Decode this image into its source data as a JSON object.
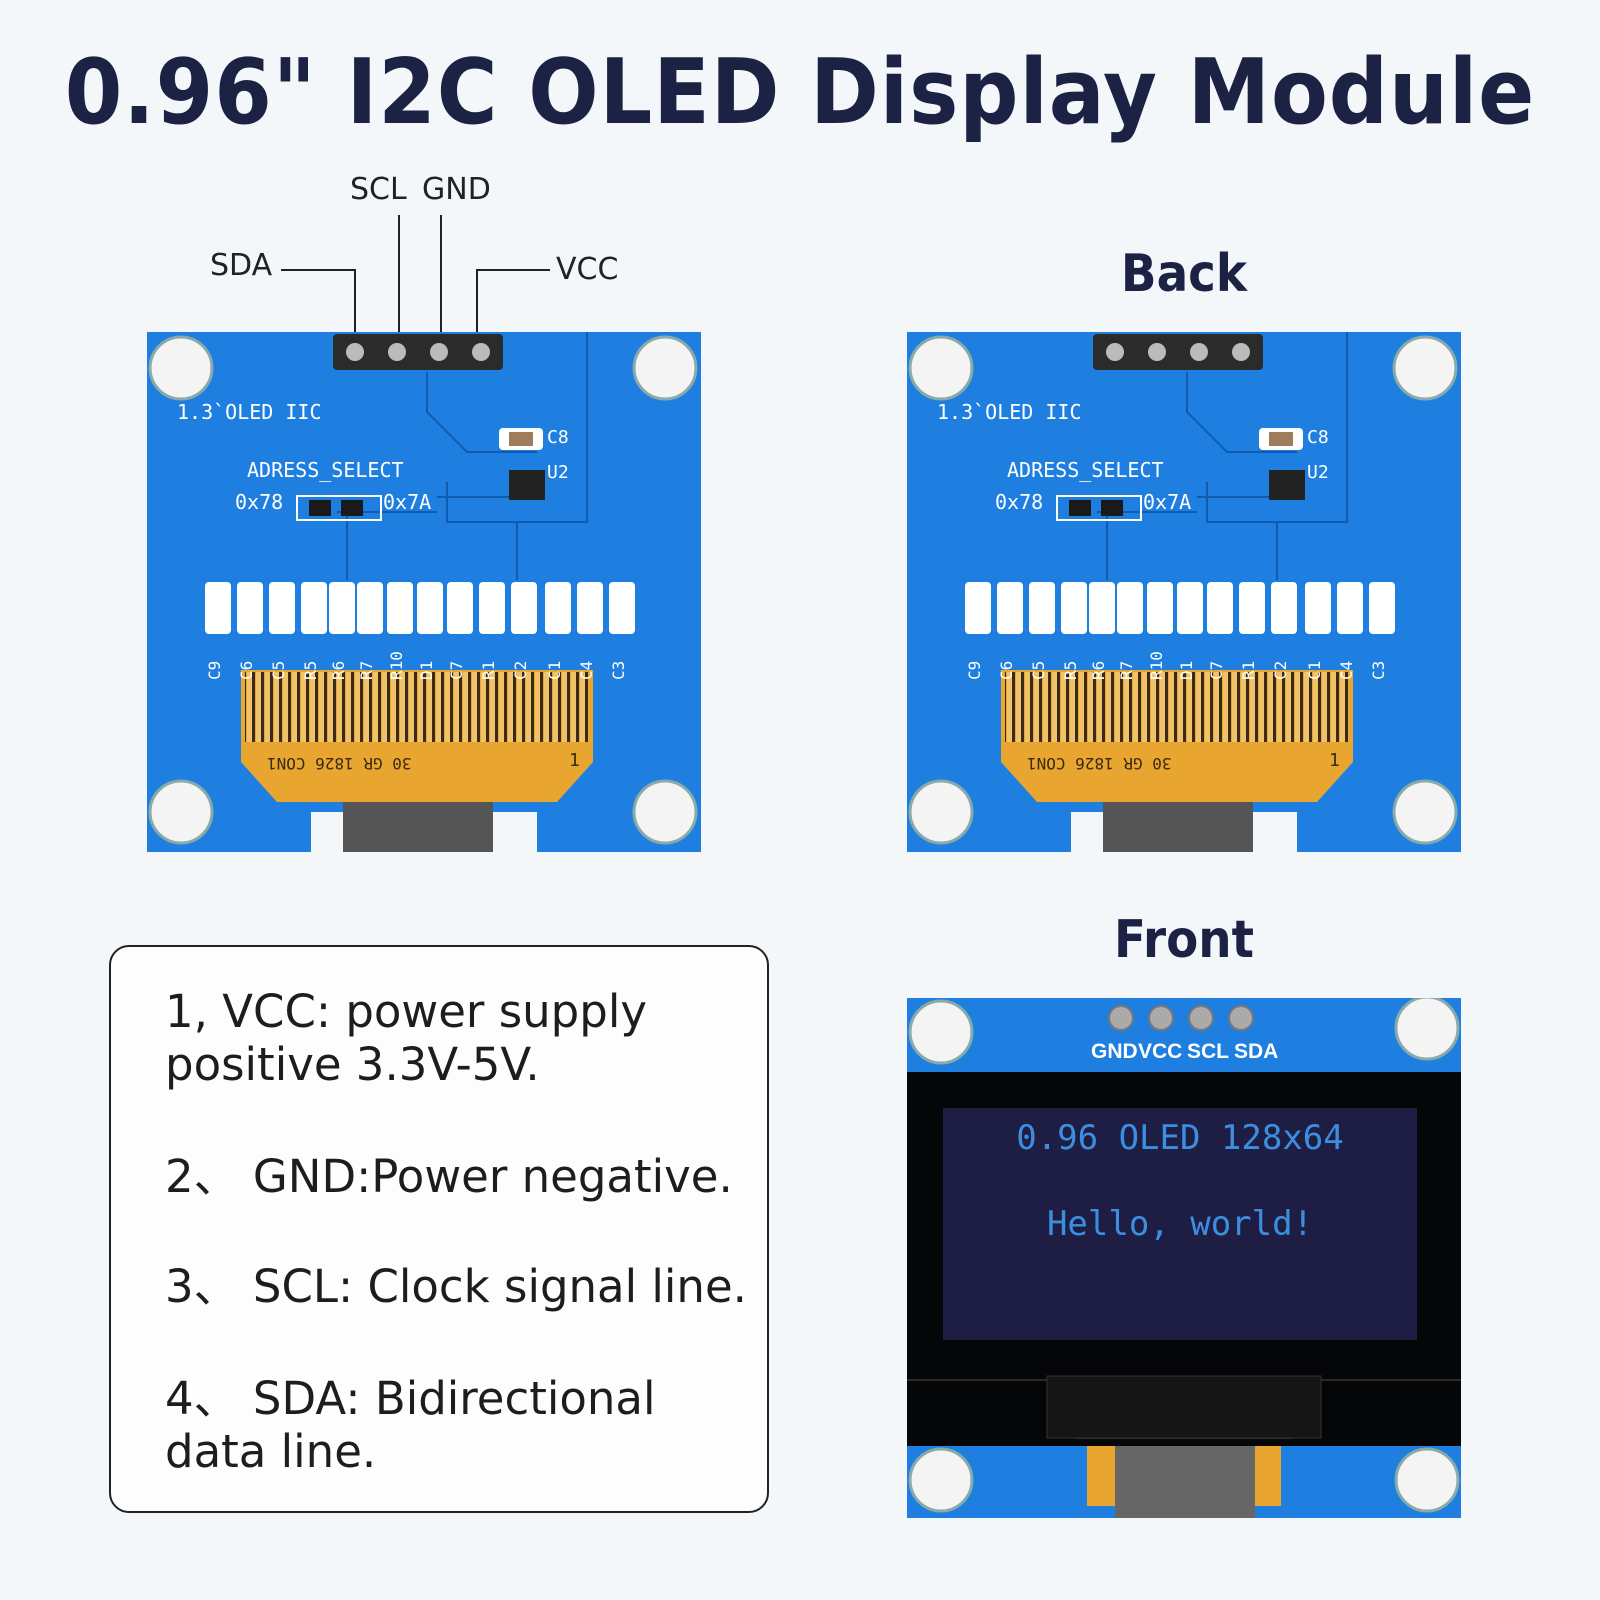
{
  "title": "0.96\" I2C OLED Display Module",
  "pin_labels": {
    "sda": "SDA",
    "scl": "SCL",
    "gnd": "GND",
    "vcc": "VCC"
  },
  "sections": {
    "back": "Back",
    "front": "Front"
  },
  "pcb_silkscreen": {
    "board_name": "1.3`OLED IIC",
    "address_select": "ADRESS_SELECT",
    "addr_low": "0x78",
    "addr_high": "0x7A",
    "c8": "C8",
    "u2": "U2",
    "components": [
      "C9",
      "C6",
      "C5",
      "R5",
      "R6",
      "R7",
      "R10",
      "D1",
      "C7",
      "R1",
      "C2",
      "C1",
      "C4",
      "C3"
    ],
    "fpc_text": "30  GR 1826  CON1",
    "fpc_pin1": "1"
  },
  "front_pins": [
    "GND",
    "VCC",
    "SCL",
    "SDA"
  ],
  "screen": {
    "line1": "0.96 OLED 128x64",
    "line2": "Hello, world!"
  },
  "info": [
    "1, VCC: power supply positive 3.3V-5V.",
    "2、 GND:Power negative.",
    "3、 SCL: Clock signal line.",
    "4、 SDA: Bidirectional data line."
  ],
  "colors": {
    "pcb": "#1e7fe0",
    "title": "#1c2244",
    "fpc": "#e8a630",
    "screen": "#1e1d44"
  }
}
